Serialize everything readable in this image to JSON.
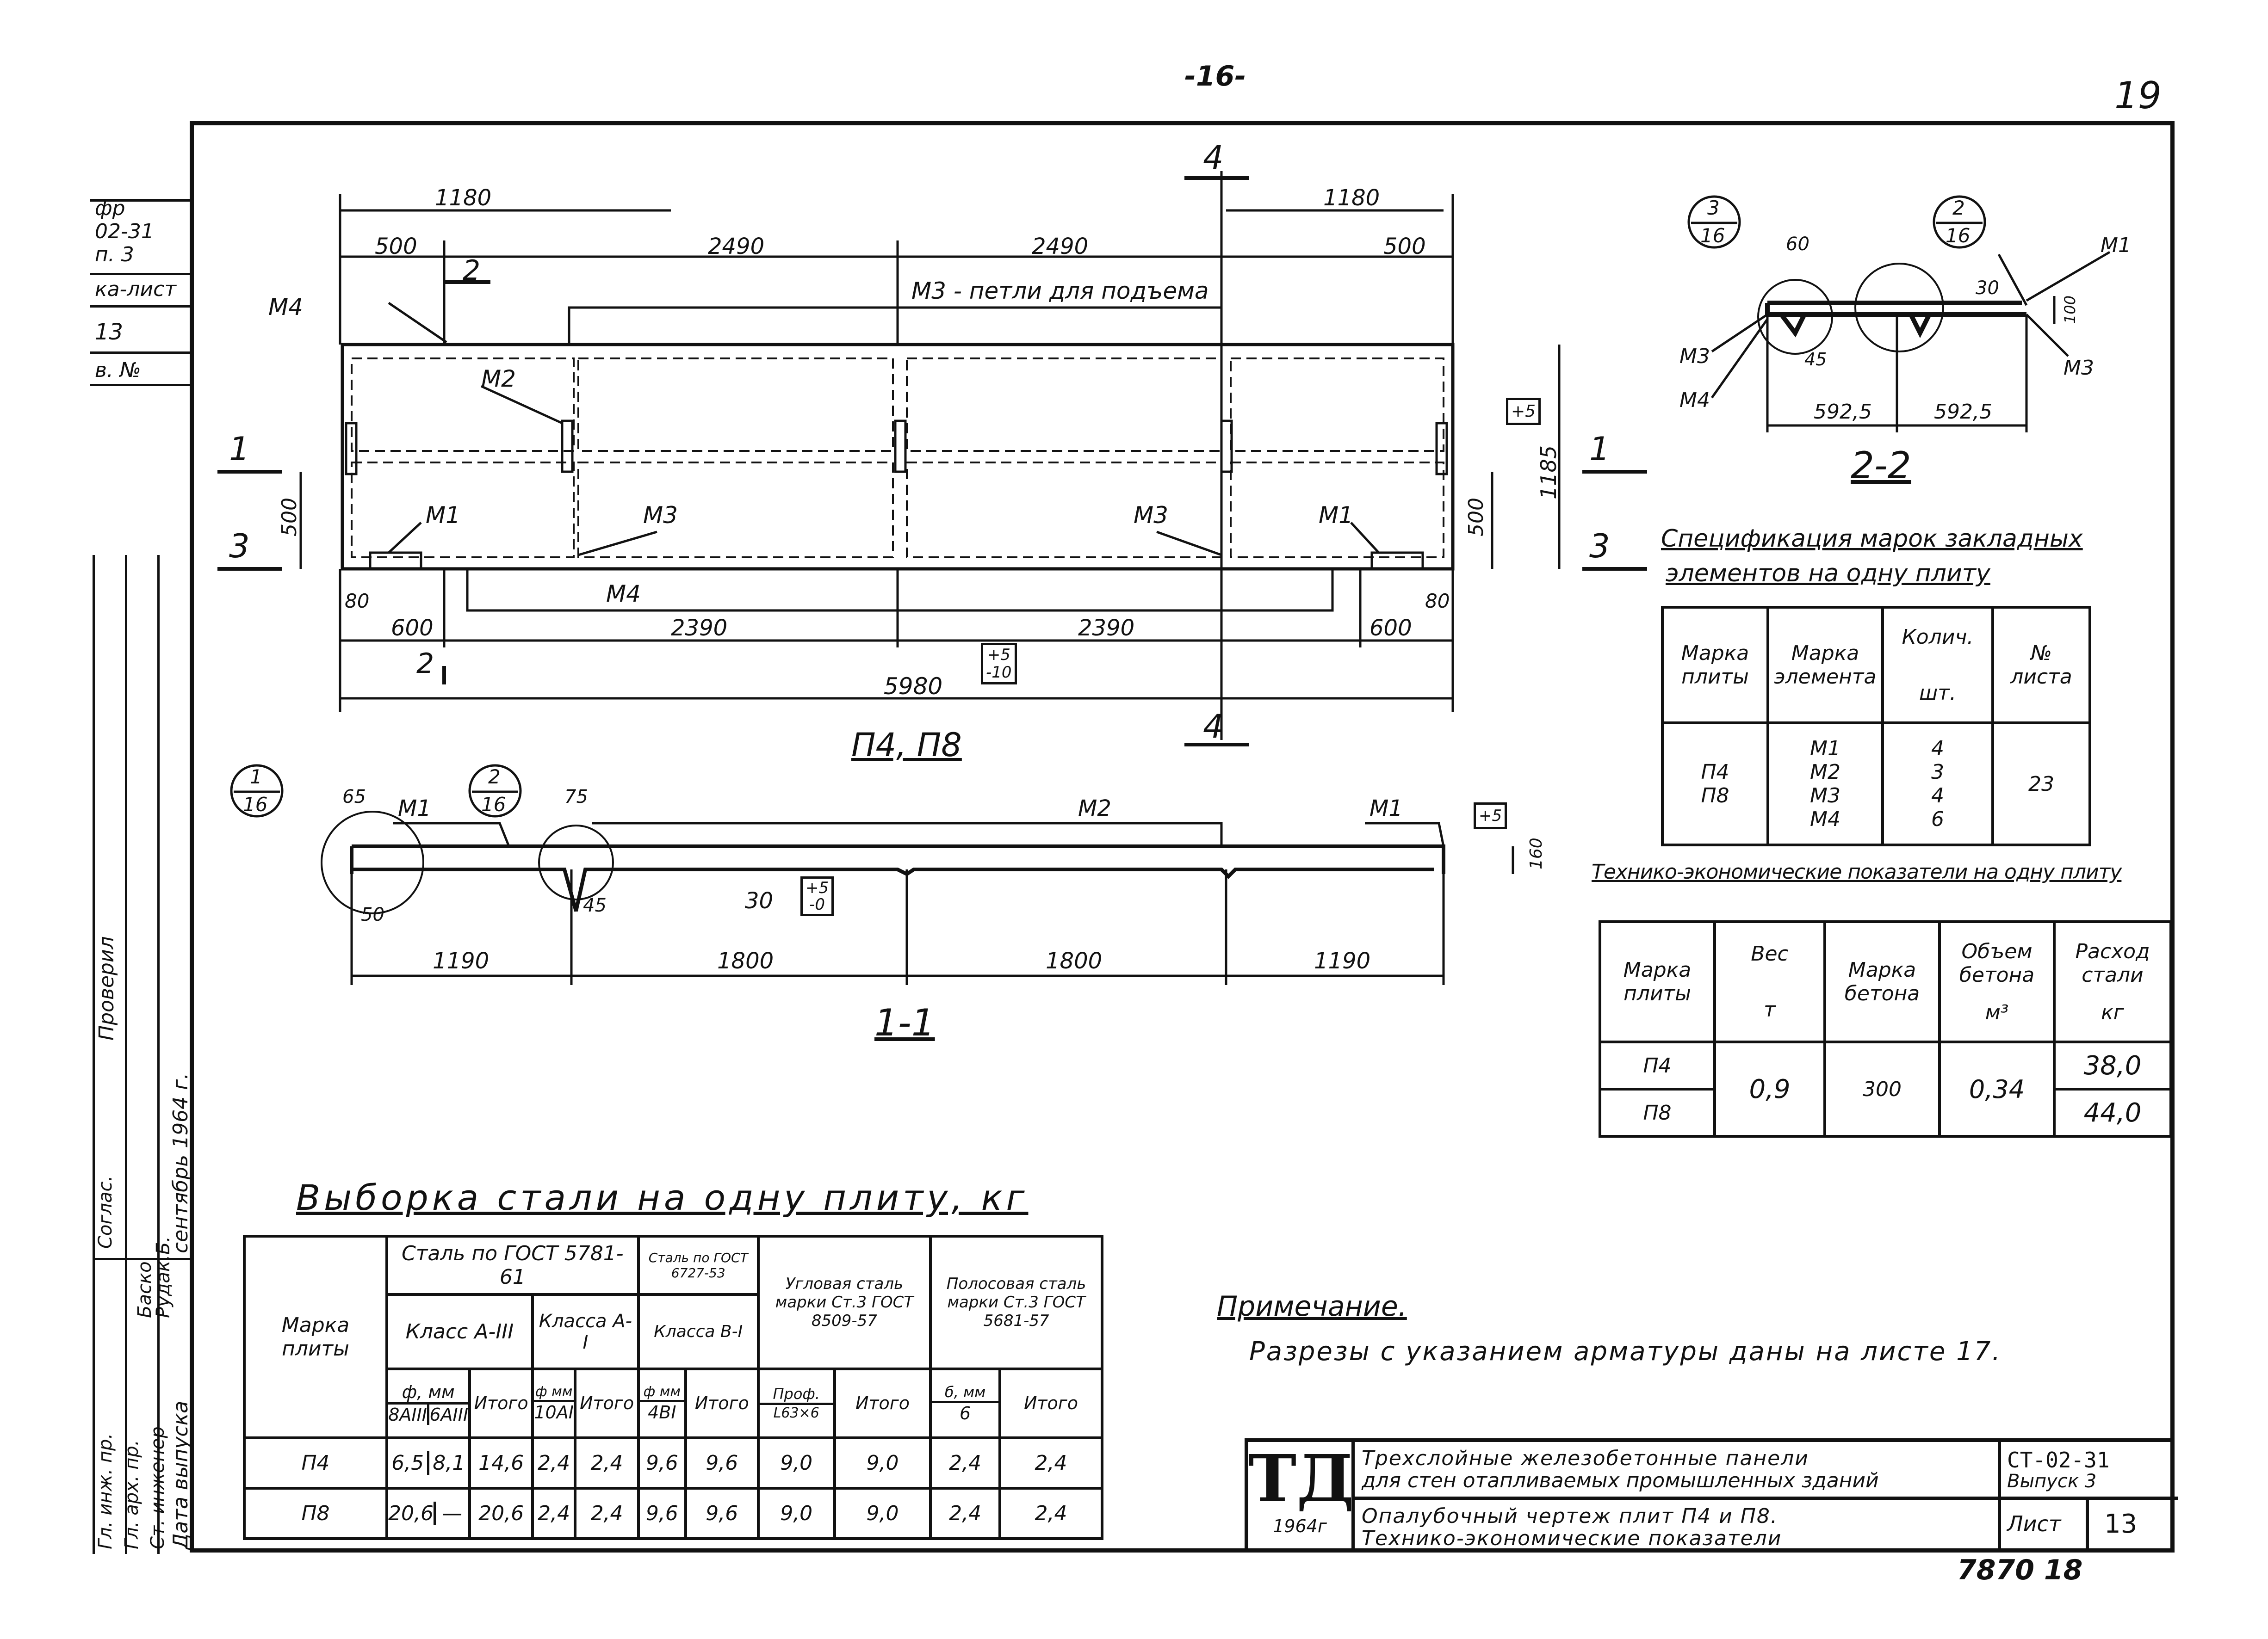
{
  "page_number": "-16-",
  "corner_number": "19",
  "sheet_stamp": "7870  18",
  "side_stamp": [
    "фр",
    "02-31",
    "п. 3",
    "ка-лист",
    "13",
    "в. №"
  ],
  "side_roles": [
    "Гл. инж. пр.",
    "Гл. арх. пр.",
    "Ст. инженер",
    "Дата выпуска"
  ],
  "side_signers": [
    "Баско",
    "Рудак.Б.",
    "сентябрь 1964 г."
  ],
  "side_checks": [
    "Соглас.",
    "Проверил"
  ],
  "plan": {
    "title": "П4, П8",
    "lifting_label": "М3 - петли для подъема",
    "top_dims": [
      "1180",
      "500",
      "2490",
      "2490",
      "500",
      "1180"
    ],
    "bottom_dims": [
      "80",
      "600",
      "2390",
      "2390",
      "600",
      "80"
    ],
    "overall_dim": "5980",
    "overall_tol": [
      "+5",
      "-10"
    ],
    "height_dim": "1185",
    "height_tol": "+5",
    "side_dims": [
      "500",
      "500",
      "80",
      "80"
    ],
    "marks": [
      "М4",
      "М2",
      "М1",
      "М3",
      "М4",
      "М3",
      "М1"
    ],
    "section_marks": [
      "1",
      "2",
      "3",
      "4"
    ]
  },
  "section_1_1": {
    "title": "1-1",
    "callouts": [
      [
        "1",
        "16"
      ],
      [
        "2",
        "16"
      ]
    ],
    "labels": [
      "65",
      "М1",
      "75",
      "М2",
      "М1",
      "30",
      "50",
      "45",
      "160"
    ],
    "tol_mid": [
      "+5",
      "-0"
    ],
    "tol_right": "+5",
    "dims": [
      "1190",
      "1800",
      "1800",
      "1190"
    ]
  },
  "section_2_2": {
    "title": "2-2",
    "callouts": [
      [
        "3",
        "16"
      ],
      [
        "2",
        "16"
      ]
    ],
    "labels": [
      "60",
      "30",
      "М1",
      "100",
      "М3",
      "М3",
      "М4",
      "45",
      "592,5",
      "592,5"
    ]
  },
  "spec_table": {
    "title_line1": "Спецификация марок закладных",
    "title_line2": "элементов на одну плиту",
    "headers": [
      "Марка плиты",
      "Марка элемента",
      "Колич.",
      "шт.",
      "№ листа"
    ],
    "plates": [
      "П4",
      "П8"
    ],
    "elements": [
      "М1",
      "М2",
      "М3",
      "М4"
    ],
    "counts": [
      "4",
      "3",
      "4",
      "6"
    ],
    "sheet": "23"
  },
  "tech_table": {
    "title": "Технико-экономические показатели на одну плиту",
    "headers": [
      "Марка плиты",
      "Вес",
      "Марка бетона",
      "Объем бетона",
      "Расход стали",
      "т",
      "м³",
      "кг"
    ],
    "plates": [
      "П4",
      "П8"
    ],
    "weight": "0,9",
    "concrete_grade": "300",
    "volume": "0,34",
    "steel": [
      "38,0",
      "44,0"
    ]
  },
  "steel_table": {
    "title": "Выборка стали на одну плиту, кг",
    "h_mark": "Марка плиты",
    "h_gost5781": "Сталь по ГОСТ 5781-61",
    "h_gost6727": "Сталь по ГОСТ 6727-53",
    "h_angle": "Угловая сталь марки Ст.3 ГОСТ 8509-57",
    "h_strip": "Полосовая сталь марки Ст.3 ГОСТ 5681-57",
    "h_classA3": "Класс А-III",
    "h_classA1": "Класса А-I",
    "h_classB1": "Класса В-I",
    "h_dia": "ф, мм",
    "h_dia_short": "ф мм",
    "h_prof": "Проф.",
    "h_b": "б, мм",
    "h_total": "Итого",
    "h_sub": [
      "8АIII",
      "6АIII",
      "10AI",
      "4BI",
      "L63×6",
      "6"
    ],
    "rows": [
      [
        "П4",
        "6,5",
        "8,1",
        "14,6",
        "2,4",
        "2,4",
        "9,6",
        "9,6",
        "9,0",
        "9,0",
        "2,4",
        "2,4"
      ],
      [
        "П8",
        "20,6",
        "—",
        "20,6",
        "2,4",
        "2,4",
        "9,6",
        "9,6",
        "9,0",
        "9,0",
        "2,4",
        "2,4"
      ]
    ]
  },
  "note": {
    "title": "Примечание.",
    "text": "Разрезы с указанием арматуры даны на листе 17."
  },
  "title_block": {
    "logo": "ТД",
    "year": "1964г",
    "line1": "Трехслойные железобетонные панели",
    "line2": "для стен отапливаемых промышленных зданий",
    "line3": "Опалубочный чертеж плит П4 и П8.",
    "line4": "Технико-экономические показатели",
    "code": "СТ-02-31",
    "issue": "Выпуск 3",
    "sheet_label": "Лист",
    "sheet_no": "13"
  }
}
